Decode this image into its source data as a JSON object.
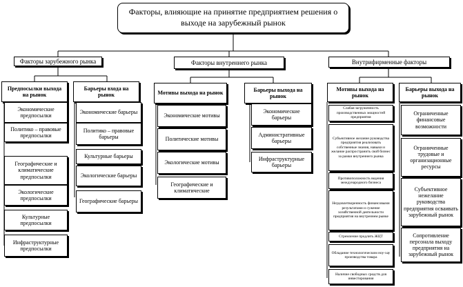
{
  "title": "Факторы, влияющие на принятие предприятием решения о выходе на зарубежный рынок",
  "groups": [
    {
      "label": "Факторы зарубежного рынка",
      "columns": [
        {
          "header": "Предпосылки выхода на рынок",
          "items": [
            "Экономические предпосылки",
            "Политико – правовые предпосылки",
            "Географические и климатические предпосылки",
            "Экологические предпосылки",
            "Культурные предпосылки",
            "Инфраструктурные предпосылки"
          ]
        },
        {
          "header": "Барьеры входа на рынок",
          "items": [
            "Экономические барьеры",
            "Политико – правовые барьеры",
            "Культурные барьеры",
            "Экологические барьеры",
            "Географические барьеры"
          ]
        }
      ]
    },
    {
      "label": "Факторы внутреннего рынка",
      "columns": [
        {
          "header": "Мотивы выхода на рынок",
          "items": [
            "Экономические мотивы",
            "Политические мотивы",
            "Экологические мотивы",
            "Географические и климатические"
          ]
        },
        {
          "header": "Барьеры выхода на рынок",
          "items": [
            "Экономические барьеры",
            "Административные барьеры",
            "Инфраструктурные барьеры"
          ]
        }
      ]
    },
    {
      "label": "Внутрифирменные факторы",
      "columns": [
        {
          "header": "Мотивы выхода на рынок",
          "items": [
            "Слабая загруженность производственных мощностей предприятия",
            "Субъективное желание руководства предприятия реализовать собственные знания, навыки и желание распространить свой бизнес за рамки внутреннего рынка",
            "Противоположность ведения международного бизнеса",
            "Неудовлетворенность финансовыми результатами и сужение хозяйственной деятельности предприятия на внутреннем рынке",
            "Стремление продлить ЖЦТ",
            "Обладание технологическим ноу-хау производства товара",
            "Наличие свободных средств для инвестирования"
          ]
        },
        {
          "header": "Барьеры выхода на рынок",
          "items": [
            "Ограниченные финансовые возможности",
            "Ограниченные трудовые и организационные ресурсы",
            "Субъективное нежелание руководства предприятия осваивать зарубежный рынок",
            "Сопротивление персонала выходу предприятия на зарубежный рынок"
          ]
        }
      ]
    }
  ]
}
